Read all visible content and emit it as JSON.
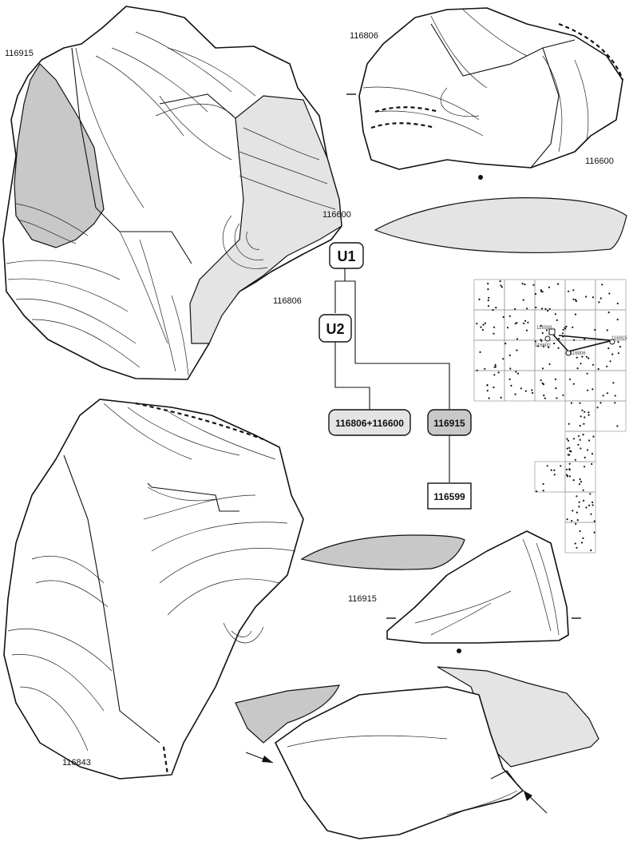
{
  "labels": {
    "l_116915_top": "116915",
    "l_116806_top": "116806",
    "l_116600_top": "116600",
    "l_116600_mid": "116600",
    "l_116806_mid": "116806",
    "l_116915_low": "116915",
    "l_116843": "116843"
  },
  "tree": {
    "u1": "U1",
    "u2": "U2",
    "n1": "116806+116600",
    "n2": "116915",
    "n3": "116599"
  },
  "grid_labels": {
    "g1": "116599",
    "g2": "116600",
    "g3": "116806",
    "g4": "116915"
  },
  "colors": {
    "dark_fill": "#c8c8c8",
    "light_fill": "#e4e4e4",
    "ink": "#111111"
  }
}
